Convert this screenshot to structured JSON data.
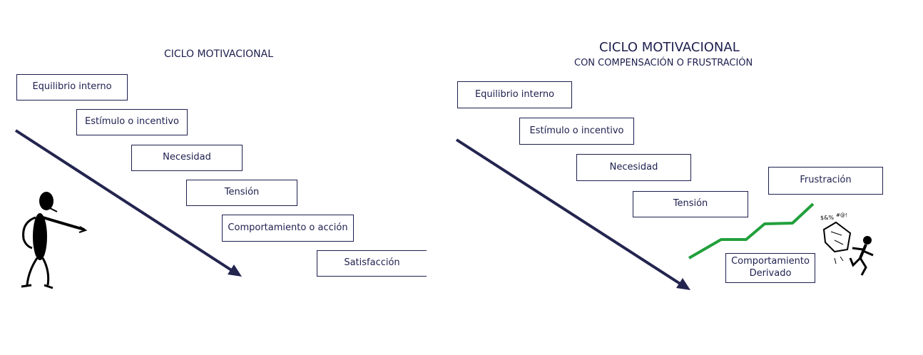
{
  "left": {
    "title": "CICLO MOTIVACIONAL",
    "steps": [
      "Equilibrio interno",
      "Estímulo o incentivo",
      "Necesidad",
      "Tensión",
      "Comportamiento o acción",
      "Satisfacción"
    ]
  },
  "right": {
    "title": "CICLO MOTIVACIONAL",
    "subtitle": "CON COMPENSACIÓN O FRUSTRACIÓN",
    "steps": [
      "Equilibrio interno",
      "Estímulo o incentivo",
      "Necesidad",
      "Tensión"
    ],
    "frustration": "Frustración",
    "derived": "Comportamiento\nDerivado"
  },
  "colors": {
    "text": "#1d1f4e",
    "arrow": "#23254f",
    "line": "#22a03c",
    "figure": "#000000"
  },
  "icons": [
    "pointing-figure-icon",
    "frustrated-figure-icon"
  ]
}
